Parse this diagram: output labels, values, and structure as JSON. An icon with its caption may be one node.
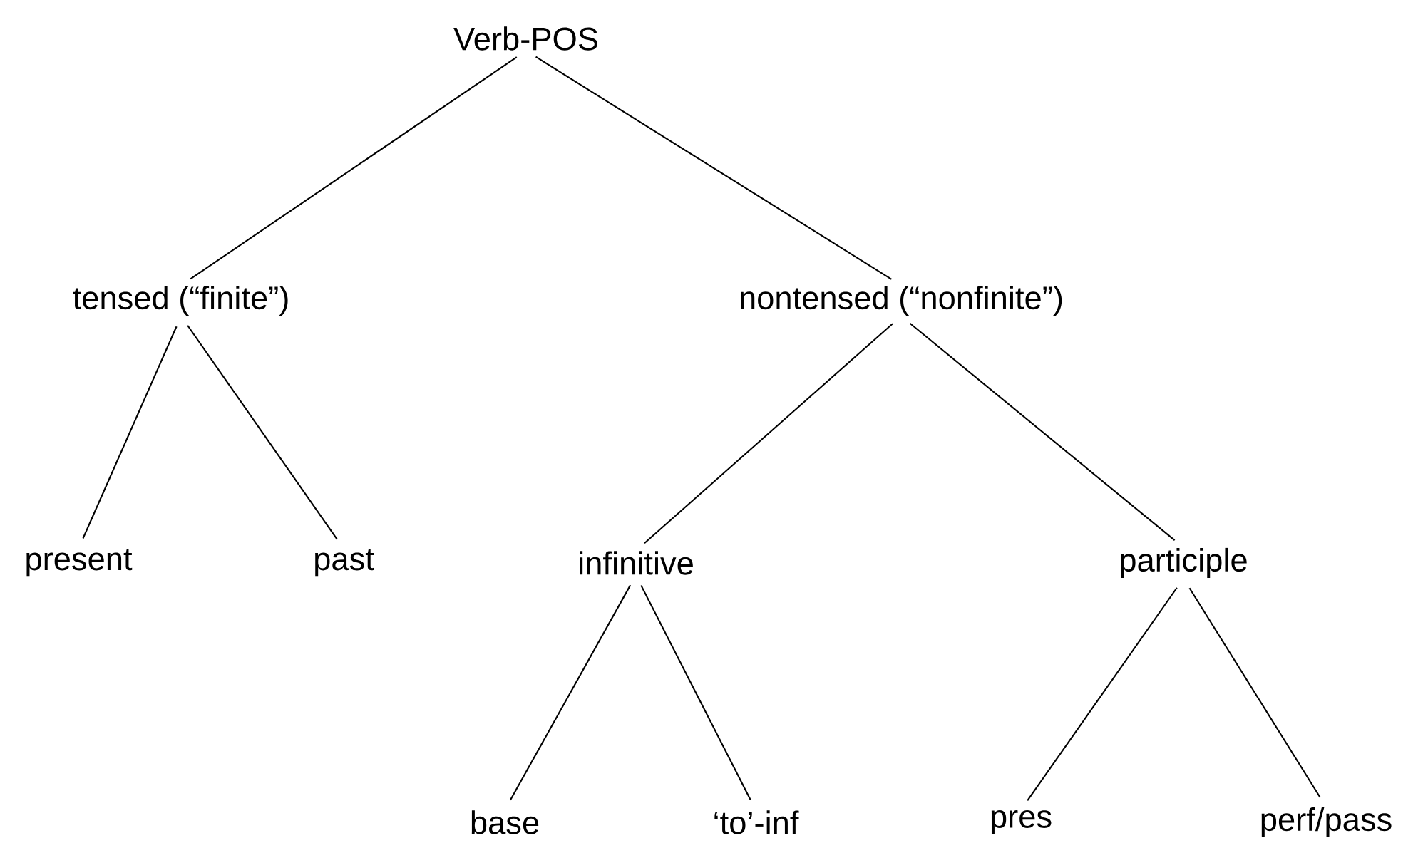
{
  "diagram": {
    "nodes": [
      {
        "text": [
          "Verb-POS"
        ]
      },
      {
        "text": [
          "tensed (“finite”)"
        ]
      },
      {
        "text": [
          "nontensed (“nonfinite”)"
        ]
      },
      {
        "text": [
          "present"
        ]
      },
      {
        "text": [
          "past"
        ]
      },
      {
        "text": [
          "infinitive"
        ]
      },
      {
        "text": [
          "participle"
        ]
      },
      {
        "text": [
          "base"
        ]
      },
      {
        "text": [
          "‘to’-inf"
        ]
      },
      {
        "text": [
          "pres"
        ]
      },
      {
        "text": [
          "perf/pass"
        ]
      }
    ],
    "edges": [
      {
        "from": 0,
        "to": 1,
        "arrow": "none"
      },
      {
        "from": 0,
        "to": 2,
        "arrow": "none"
      },
      {
        "from": 1,
        "to": 3,
        "arrow": "none"
      },
      {
        "from": 1,
        "to": 4,
        "arrow": "none"
      },
      {
        "from": 2,
        "to": 5,
        "arrow": "none"
      },
      {
        "from": 2,
        "to": 6,
        "arrow": "none"
      },
      {
        "from": 5,
        "to": 7,
        "arrow": "none"
      },
      {
        "from": 5,
        "to": 8,
        "arrow": "none"
      },
      {
        "from": 6,
        "to": 9,
        "arrow": "none"
      },
      {
        "from": 6,
        "to": 10,
        "arrow": "none"
      }
    ]
  }
}
